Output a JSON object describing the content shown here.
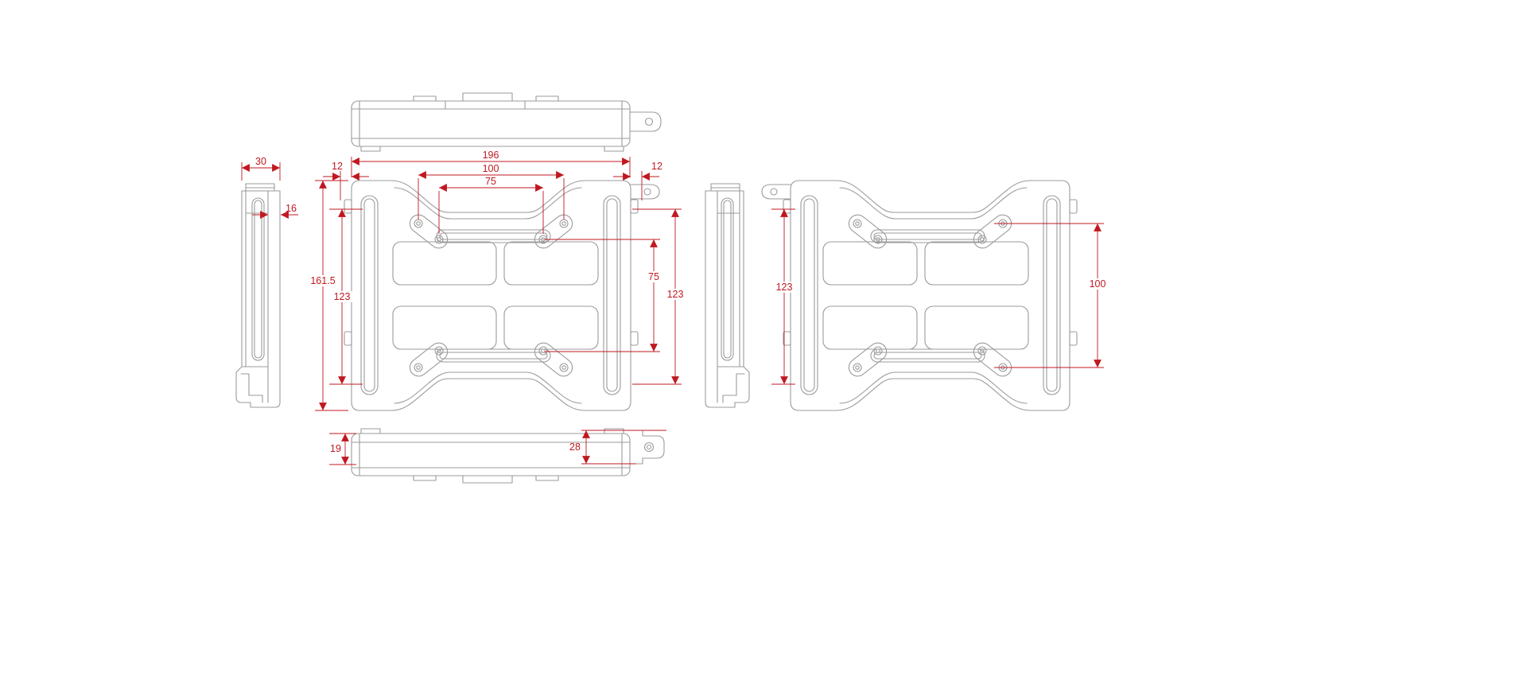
{
  "drawing": {
    "colors": {
      "line": "#9b9b9b",
      "dimension": "#c01820",
      "background": "#ffffff"
    },
    "dims": {
      "side_overall_width": "30",
      "side_plate_thickness": "16",
      "front_overall_width": "196",
      "front_hole_spacing_100": "100",
      "front_hole_spacing_75": "75",
      "front_left_offset": "12",
      "front_right_offset": "12",
      "front_overall_height": "161.5",
      "front_slot_height_left": "123",
      "front_hole_spacing_vert": "75",
      "front_slot_height_right": "123",
      "bottom_thickness": "19",
      "bottom_tab_height": "28",
      "back_slot_height": "123",
      "back_hole_spacing": "100"
    }
  }
}
